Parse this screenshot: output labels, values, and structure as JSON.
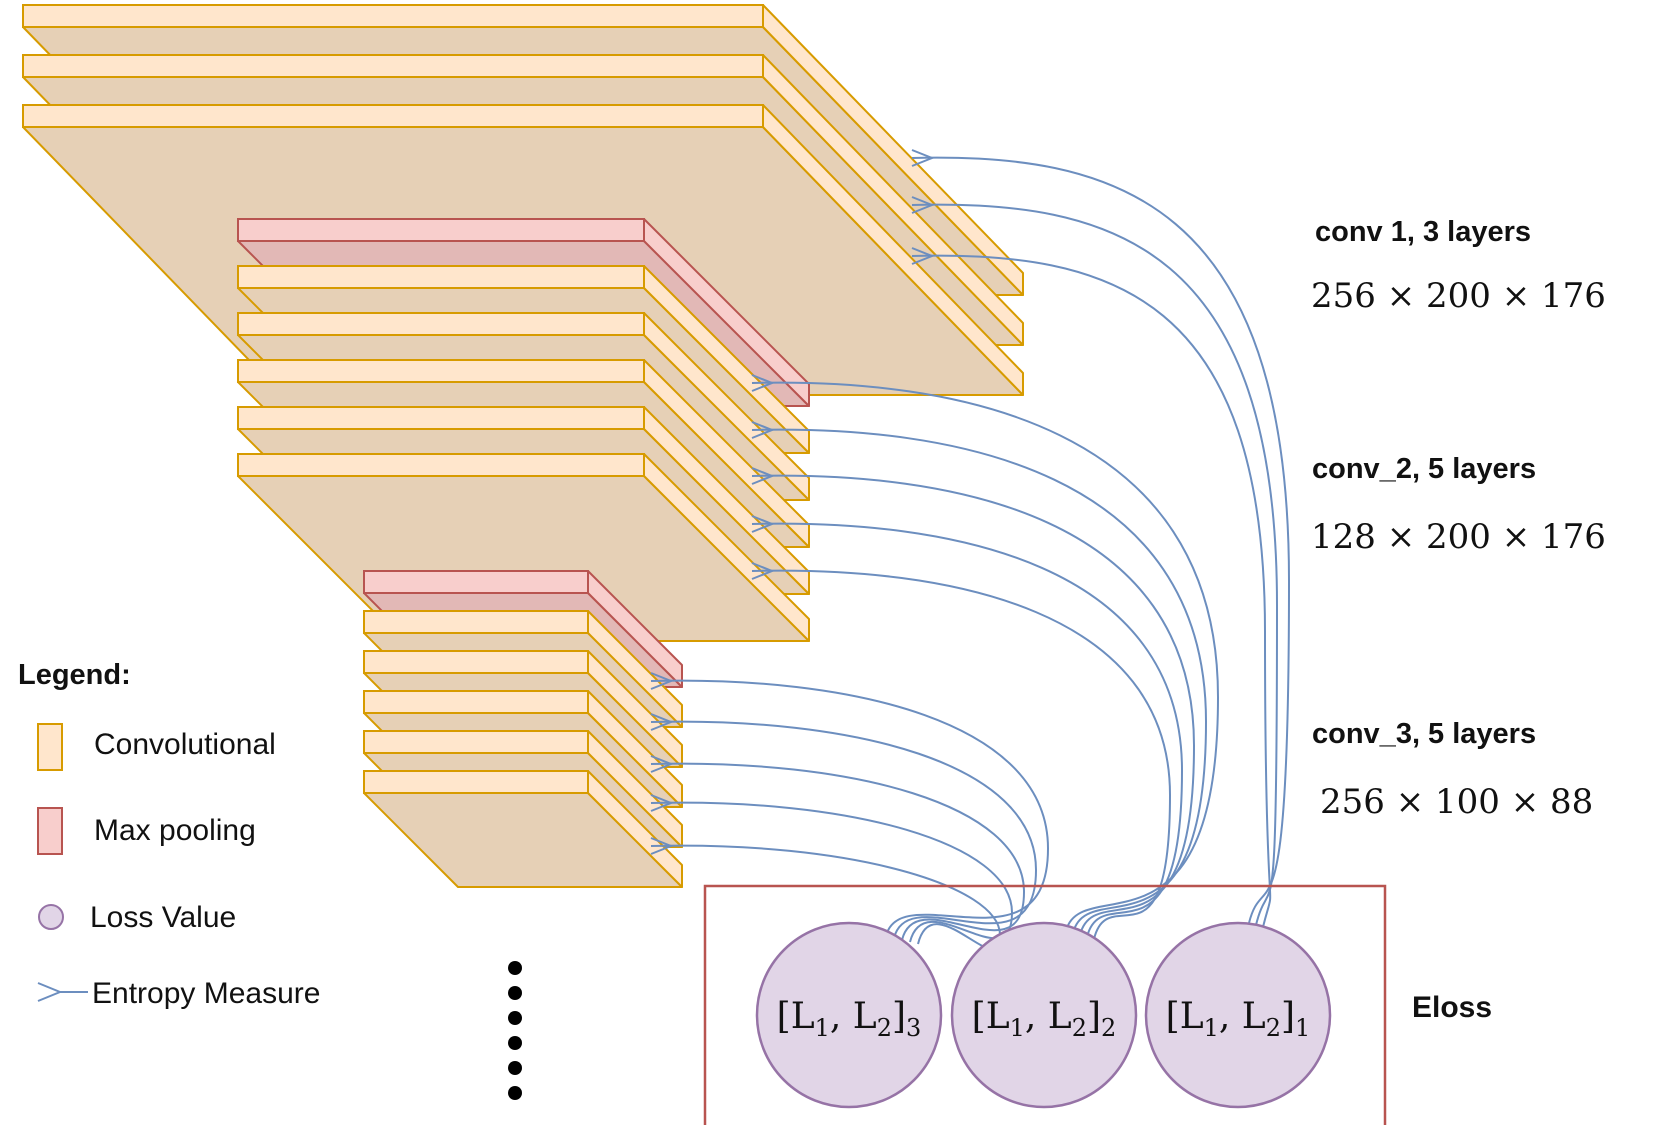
{
  "colors": {
    "conv_top": "#FFE6CC",
    "conv_body": "#E6D0B6",
    "conv_stroke": "#D79B00",
    "pool_top": "#F8CECC",
    "pool_body": "#E2B8B6",
    "pool_stroke": "#B85450",
    "loss_fill": "#E1D5E7",
    "loss_stroke": "#9673A6",
    "entropy": "#6C8EBF",
    "eloss_box": "#B85450"
  },
  "groups": [
    {
      "label": "conv 1, 3 layers",
      "dims": "256 × 200 × 176"
    },
    {
      "label": "conv_2, 5 layers",
      "dims": "128 × 200 × 176"
    },
    {
      "label": "conv_3, 5 layers",
      "dims": "256 × 100 × 88"
    }
  ],
  "legend": {
    "title": "Legend:",
    "convolutional": "Convolutional",
    "max_pooling": "Max pooling",
    "loss_value": "Loss Value",
    "entropy_measure": "Entropy Measure"
  },
  "eloss": {
    "label": "Eloss",
    "losses": [
      {
        "name": "[L1, L2]3",
        "base": "[L",
        "sub1": "1",
        "mid": ", L",
        "sub2": "2",
        "close": "]",
        "sub3": "3"
      },
      {
        "name": "[L1, L2]2",
        "base": "[L",
        "sub1": "1",
        "mid": ", L",
        "sub2": "2",
        "close": "]",
        "sub3": "2"
      },
      {
        "name": "[L1, L2]1",
        "base": "[L",
        "sub1": "1",
        "mid": ", L",
        "sub2": "2",
        "close": "]",
        "sub3": "1"
      }
    ]
  }
}
